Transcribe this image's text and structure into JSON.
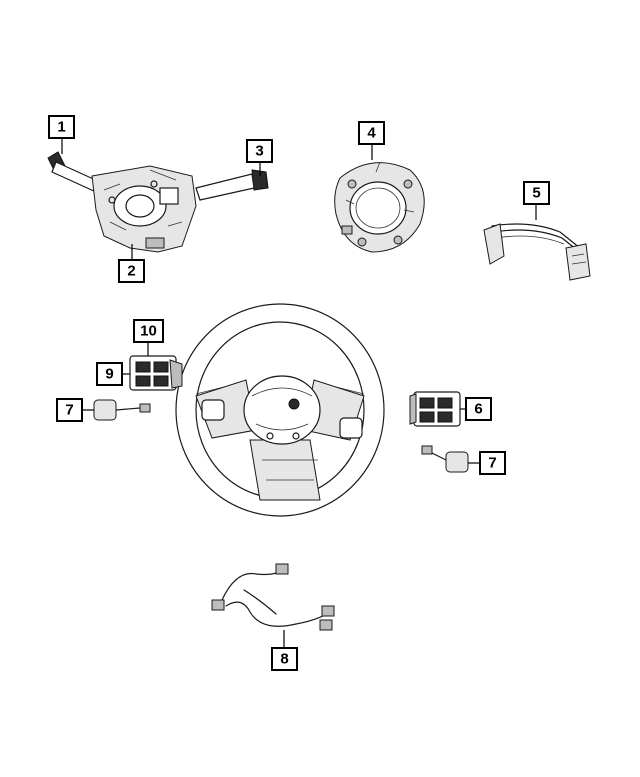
{
  "callouts": [
    {
      "id": "c1",
      "label": "1"
    },
    {
      "id": "c2",
      "label": "2"
    },
    {
      "id": "c3",
      "label": "3"
    },
    {
      "id": "c4",
      "label": "4"
    },
    {
      "id": "c5",
      "label": "5"
    },
    {
      "id": "c6",
      "label": "6"
    },
    {
      "id": "c7a",
      "label": "7"
    },
    {
      "id": "c7b",
      "label": "7"
    },
    {
      "id": "c8",
      "label": "8"
    },
    {
      "id": "c9",
      "label": "9"
    },
    {
      "id": "c10",
      "label": "10"
    }
  ]
}
